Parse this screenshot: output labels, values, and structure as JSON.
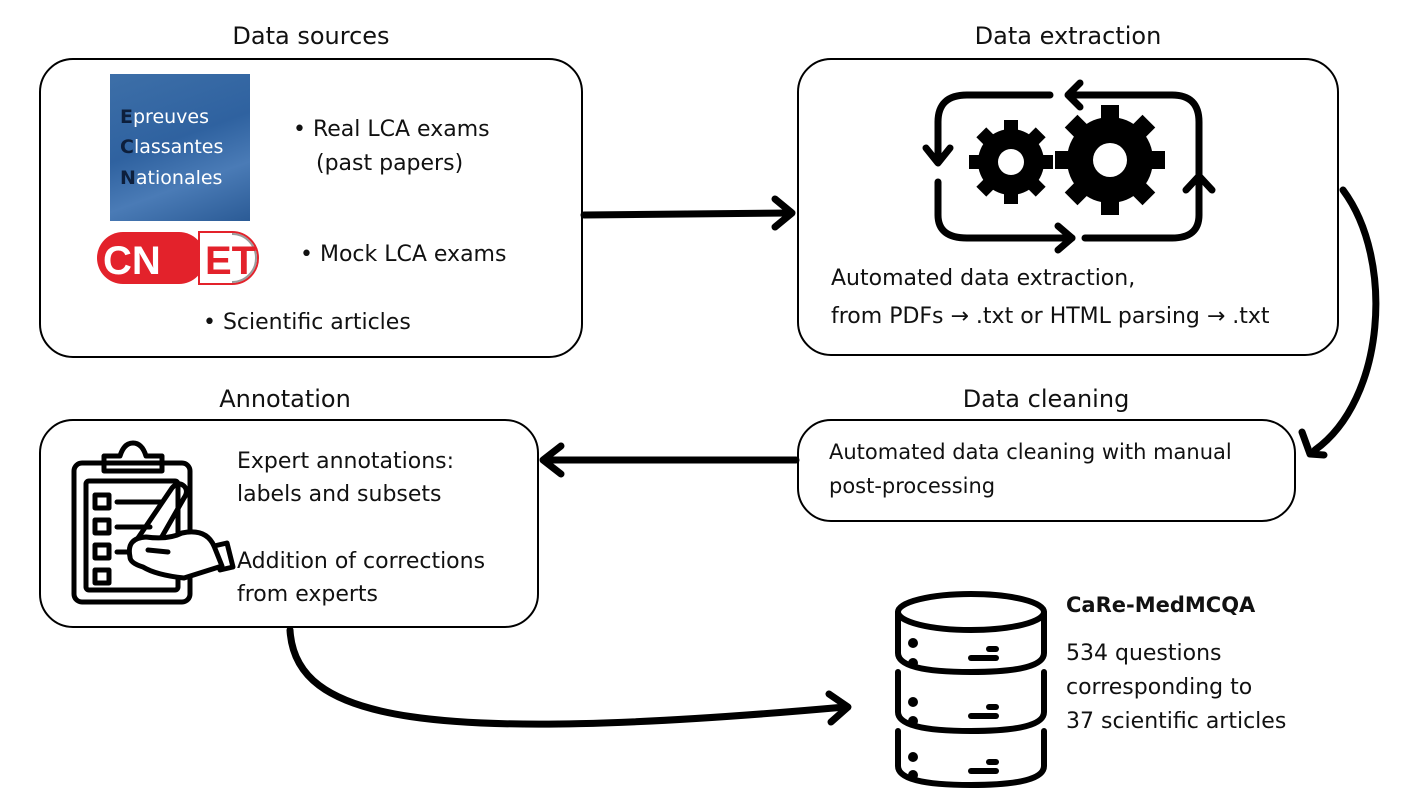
{
  "data_sources": {
    "title": "Data sources",
    "items": [
      "• Real LCA exams",
      "(past papers)",
      "• Mock LCA exams",
      "• Scientific articles"
    ],
    "ecn_logo": {
      "lines": [
        [
          "E",
          "preuves"
        ],
        [
          "C",
          "lassantes"
        ],
        [
          "N",
          "ationales"
        ]
      ]
    },
    "cnet_logo": {
      "left": "CN",
      "right": "ET"
    }
  },
  "data_extraction": {
    "title": "Data extraction",
    "icon": "gears-cycle-icon",
    "text": [
      "Automated data extraction,",
      "from PDFs → .txt or HTML parsing → .txt"
    ]
  },
  "data_cleaning": {
    "title": "Data cleaning",
    "text": [
      "Automated data cleaning with manual",
      "post-processing"
    ]
  },
  "annotation": {
    "title": "Annotation",
    "icon": "clipboard-checklist-icon",
    "text": [
      "Expert annotations:",
      "labels and subsets",
      "Addition of corrections",
      "from experts"
    ]
  },
  "output": {
    "icon": "database-icon",
    "name": "CaRe-MedMCQA",
    "text": [
      "534 questions",
      "corresponding to",
      "37 scientific articles"
    ]
  },
  "colors": {
    "stroke": "#000000",
    "logo_red": "#e3222b",
    "logo_blue": "#2f62a0"
  }
}
